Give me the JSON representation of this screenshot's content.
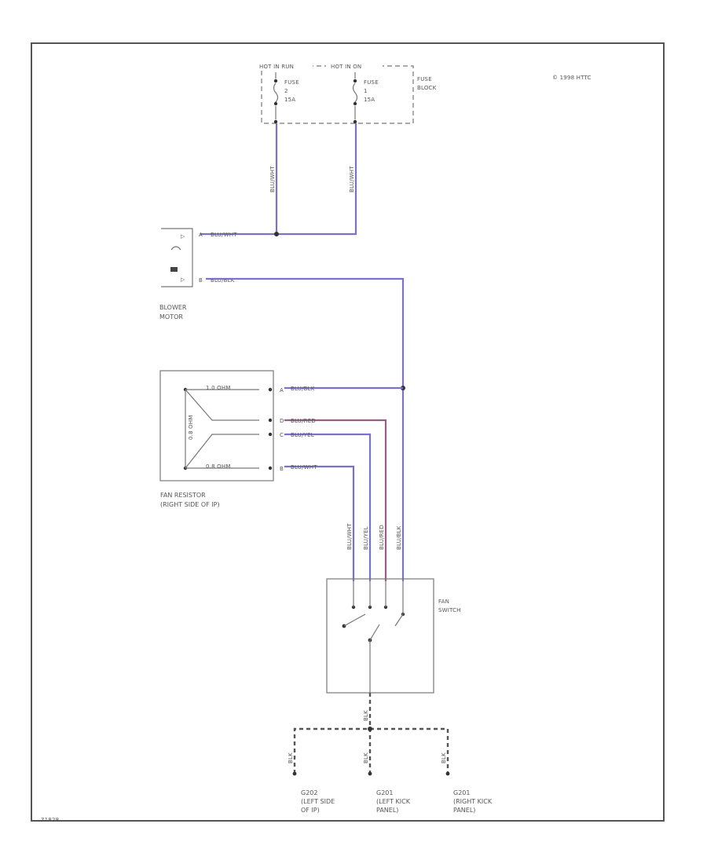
{
  "copyright": "© 1998 HTTC",
  "corner_code": "71828",
  "fuse_block": {
    "left_header": "HOT IN RUN",
    "right_header": "HOT IN ON",
    "label": "FUSE\nBLOCK",
    "fuse_left": [
      "FUSE",
      "2",
      "15A"
    ],
    "fuse_right": [
      "FUSE",
      "1",
      "15A"
    ]
  },
  "wires": {
    "fuse_left_wire": "BLU/WHT",
    "fuse_right_wire": "BLU/WHT",
    "motor_top": "BLU/WHT",
    "motor_bottom": "BLU/BLK",
    "res_1": "BLU/BLK",
    "res_2": "BLU/RED",
    "res_3": "BLU/YEL",
    "res_4": "BLU/WHT",
    "sw_1": "BLU/WHT",
    "sw_2": "BLU/YEL",
    "sw_3": "BLU/RED",
    "sw_4": "BLU/BLK",
    "sw_ground": "BLK",
    "gnd_left": "BLK",
    "gnd_mid": "BLK",
    "gnd_right": "BLK"
  },
  "motor": {
    "label": "BLOWER\nMOTOR",
    "pin_top": "A",
    "pin_bottom": "B"
  },
  "resistor": {
    "label": "FAN RESISTOR\n(RIGHT SIDE OF IP)",
    "pins": [
      "A",
      "D",
      "C",
      "B"
    ],
    "r1": "1.0 OHM",
    "r2": "0.8 OHM",
    "r3": "0.8 OHM"
  },
  "fan_switch": {
    "label": "FAN\nSWITCH"
  },
  "grounds": [
    {
      "label": "G202\n(LEFT SIDE\nOF IP)"
    },
    {
      "label": "G201\n(LEFT KICK\nPANEL)"
    },
    {
      "label": "G201\n(RIGHT KICK\nPANEL)"
    }
  ]
}
